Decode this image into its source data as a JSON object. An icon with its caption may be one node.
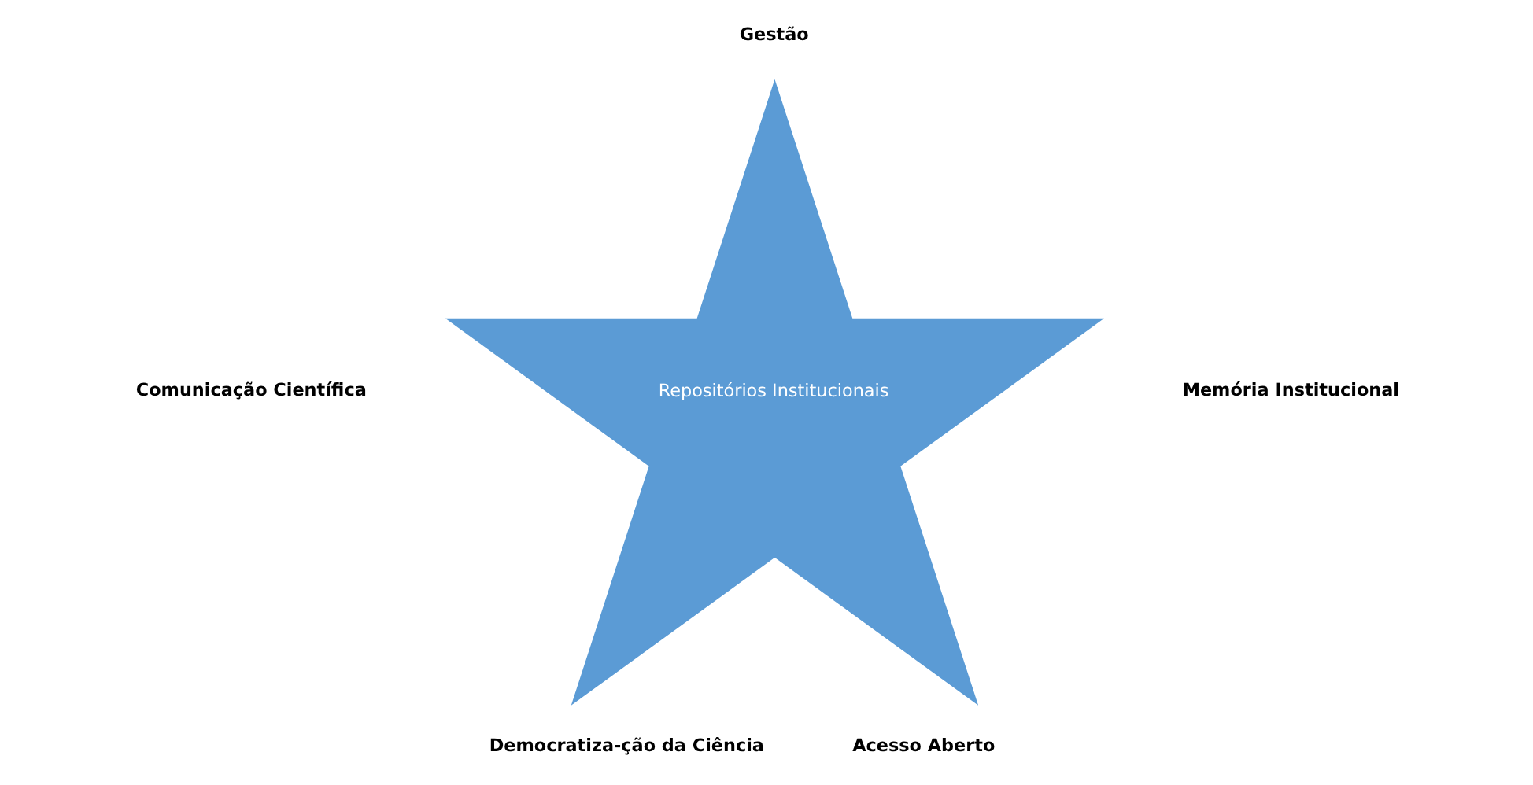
{
  "diagram": {
    "nodes": [
      {
        "text": [
          "Repositórios Institucionais"
        ]
      }
    ],
    "labels": [
      "Gestão",
      "Memória Institucional",
      "Comunicação Científica",
      "Democratiza-ção da Ciência",
      "Acesso Aberto"
    ]
  }
}
